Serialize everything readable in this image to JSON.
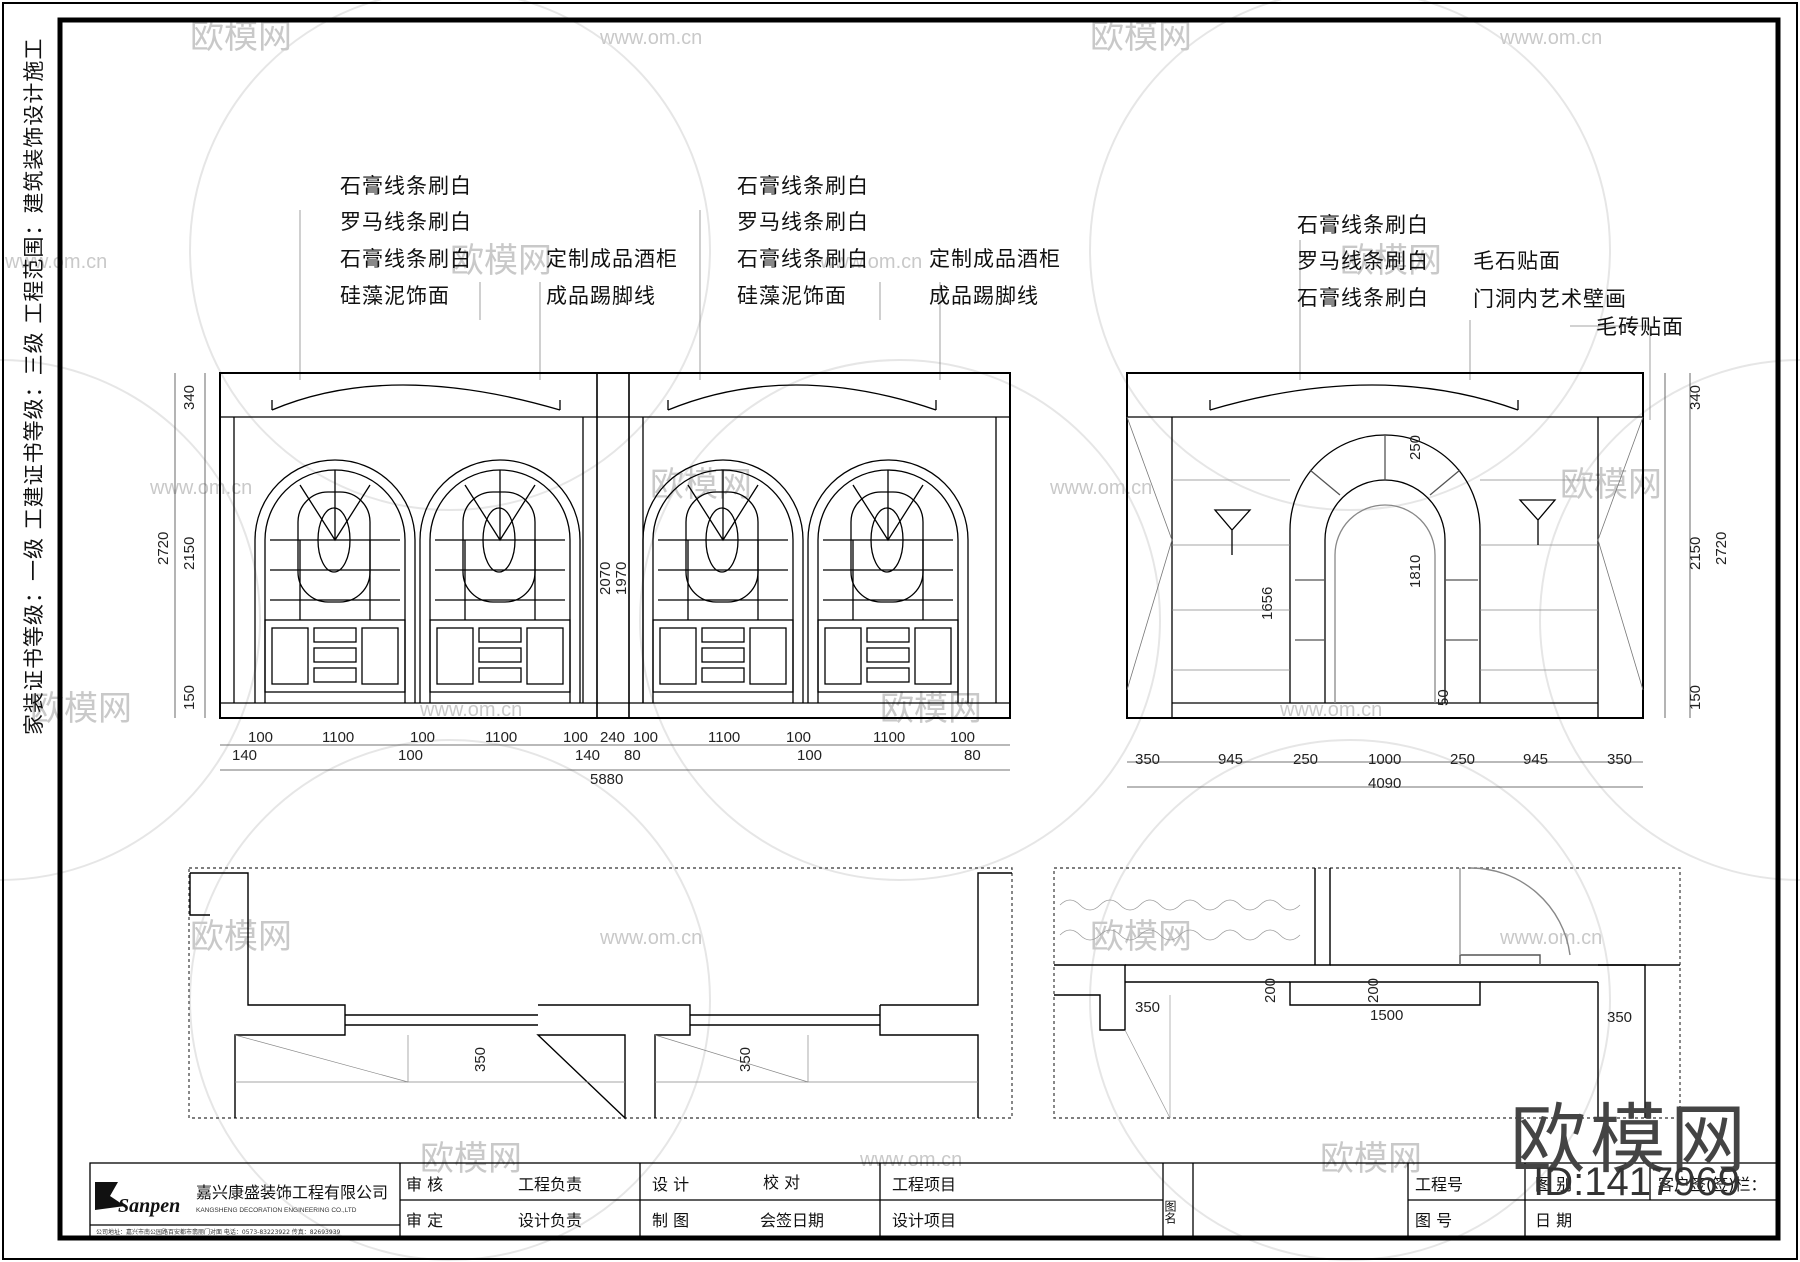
{
  "side_title": "家装证书等级：一级    工建证书等级：三级    工程范围：建筑装饰设计施工",
  "watermark": {
    "brand": "欧模网",
    "url": "www.om.cn",
    "big": "欧模网",
    "id": "ID:1417969"
  },
  "labels": {
    "a1": "石膏线条刷白",
    "a2": "罗马线条刷白",
    "a3": "石膏线条刷白",
    "a4": "硅藻泥饰面",
    "a5": "定制成品酒柜",
    "a6": "成品踢脚线",
    "b1": "石膏线条刷白",
    "b2": "罗马线条刷白",
    "b3": "石膏线条刷白",
    "b4": "硅藻泥饰面",
    "b5": "定制成品酒柜",
    "b6": "成品踢脚线",
    "c1": "石膏线条刷白",
    "c2": "罗马线条刷白",
    "c3": "石膏线条刷白",
    "c4": "毛石贴面",
    "c5": "门洞内艺术壁画",
    "c6": "毛砖贴面"
  },
  "dims_left": {
    "v340": "340",
    "v2720": "2720",
    "v2150": "2150",
    "v150": "150",
    "v2070": "2070",
    "v1970": "1970",
    "top": [
      "100",
      "1100",
      "100",
      "1100",
      "100",
      "240",
      "100",
      "1100",
      "100",
      "1100",
      "100"
    ],
    "bottom": [
      "140",
      "100",
      "140",
      "80",
      "100",
      "80"
    ],
    "total": "5880"
  },
  "dims_right": {
    "v340": "340",
    "v2720": "2720",
    "v2150": "2150",
    "v150": "150",
    "v250": "250",
    "v1656": "1656",
    "v1810": "1810",
    "v50": "50",
    "row": [
      "350",
      "945",
      "250",
      "1000",
      "250",
      "945",
      "350"
    ],
    "total": "4090"
  },
  "dims_plan": {
    "l350a": "350",
    "l350b": "350",
    "r350": "350",
    "r200a": "200",
    "r200b": "200",
    "r1500": "1500",
    "r350b": "350"
  },
  "title_block": {
    "company_cn": "嘉兴康盛装饰工程有限公司",
    "company_en": "KANGSHENG DECORATION ENGINEERING CO.,LTD",
    "logo": "Sanpen",
    "address": "公司地址：嘉兴市南公园路百安都市翡丽门对面    电话：0573-83223922  传真：82693939",
    "r1": [
      "审 核",
      "工程负责",
      "设 计",
      "校  对",
      "工程项目"
    ],
    "r2": [
      "审 定",
      "设计负责",
      "制 图",
      "会签日期",
      "设计项目"
    ],
    "tuming": "图名",
    "gch": "工程号",
    "tb": "图 别",
    "th": "图 号",
    "rq": "日 期",
    "kh": "客户签(签)栏："
  }
}
